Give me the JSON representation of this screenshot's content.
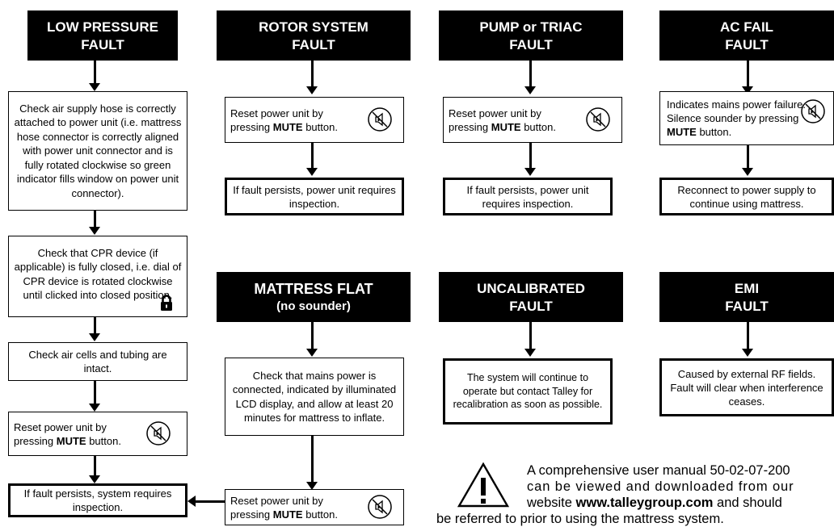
{
  "columns": {
    "low_pressure": {
      "header": [
        "LOW PRESSURE",
        "FAULT"
      ],
      "step1": "Check air supply hose is correctly attached to power unit (i.e. mattress hose connector is correctly aligned with power unit connector and is fully rotated clockwise so green indicator fills window on power unit connector).",
      "step2": "Check that CPR device (if applicable) is fully closed, i.e. dial of CPR device is rotated clockwise until clicked into closed position.",
      "step3": "Check air cells and tubing are intact.",
      "step4_a": "Reset power unit by pressing ",
      "step4_b": "MUTE",
      "step4_c": " button.",
      "result": "If fault persists, system requires inspection."
    },
    "rotor": {
      "header": [
        "ROTOR SYSTEM",
        "FAULT"
      ],
      "step_a": "Reset power unit by pressing ",
      "step_b": "MUTE",
      "step_c": " button.",
      "result": "If fault persists, power unit requires inspection."
    },
    "pump": {
      "header": [
        "PUMP or TRIAC",
        "FAULT"
      ],
      "step_a": "Reset power unit by pressing ",
      "step_b": "MUTE",
      "step_c": " button.",
      "result": "If fault persists, power unit requires inspection."
    },
    "ac_fail": {
      "header": [
        "AC FAIL",
        "FAULT"
      ],
      "step_a": "Indicates mains power failure. Silence sounder by pressing ",
      "step_b": "MUTE",
      "step_c": " button.",
      "result": "Reconnect to power supply to continue using mattress."
    },
    "mattress_flat": {
      "header": [
        "MATTRESS FLAT",
        "(no sounder)"
      ],
      "step1": "Check that mains power is connected, indicated by illuminated LCD display, and allow at least 20 minutes for mattress to inflate.",
      "step_a": "Reset power unit by pressing ",
      "step_b": "MUTE",
      "step_c": " button."
    },
    "uncalibrated": {
      "header": [
        "UNCALIBRATED",
        "FAULT"
      ],
      "result": "The system will continue to operate but contact Talley for recalibration as soon as possible."
    },
    "emi": {
      "header": [
        "EMI",
        "FAULT"
      ],
      "result": "Caused by external RF fields. Fault will clear when interference ceases."
    }
  },
  "note": {
    "line1": "A comprehensive user manual 50-02-07-200",
    "line2": "can be viewed and downloaded from our",
    "line3_a": "website ",
    "line3_b": "www.talleygroup.com",
    "line3_c": " and should",
    "line4": "be referred to prior to using the mattress system."
  },
  "icons": {
    "mute": "mute-sounder-icon",
    "lock": "padlock-icon",
    "warning": "warning-triangle-icon"
  }
}
